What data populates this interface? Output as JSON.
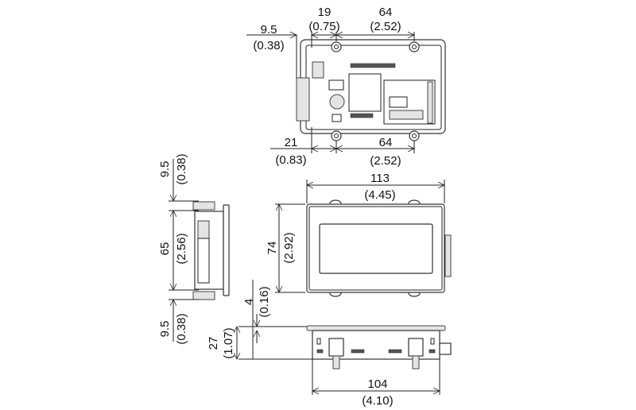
{
  "title": "Dimensional drawing (mm / inches)",
  "top_view": {
    "dim_left_offset": {
      "mm": "9.5",
      "in": "(0.38)"
    },
    "dim_top_first": {
      "mm": "19",
      "in": "(0.75)"
    },
    "dim_top_pitch": {
      "mm": "64",
      "in": "(2.52)"
    },
    "dim_bottom_first": {
      "mm": "21",
      "in": "(0.83)"
    },
    "dim_bottom_pitch": {
      "mm": "64",
      "in": "(2.52)"
    }
  },
  "side_view": {
    "dim_top": {
      "mm": "9.5",
      "in": "(0.38)"
    },
    "dim_height": {
      "mm": "65",
      "in": "(2.56)"
    },
    "dim_bottom": {
      "mm": "9.5",
      "in": "(0.38)"
    }
  },
  "front_view": {
    "dim_width": {
      "mm": "113",
      "in": "(4.45)"
    },
    "dim_height": {
      "mm": "74",
      "in": "(2.92)"
    }
  },
  "bottom_view": {
    "dim_bezel": {
      "mm": "4",
      "in": "(0.16)"
    },
    "dim_depth": {
      "mm": "27",
      "in": "(1.07)"
    },
    "dim_width": {
      "mm": "104",
      "in": "(4.10)"
    }
  }
}
